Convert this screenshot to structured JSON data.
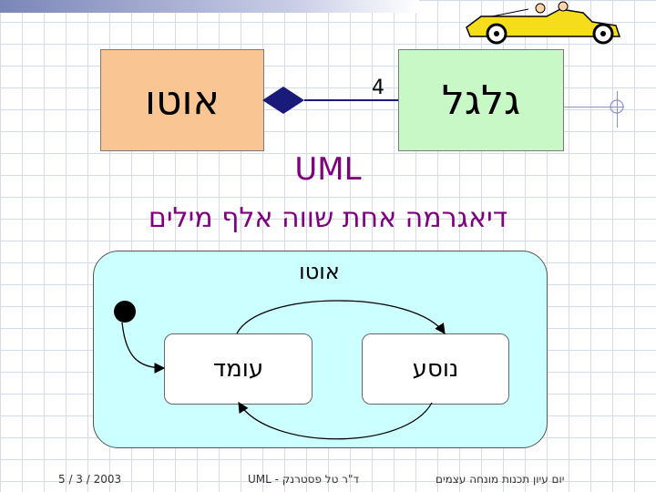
{
  "class_diagram": {
    "auto_label": "אוטו",
    "wheel_label": "גלגל",
    "multiplicity": "4"
  },
  "heading": {
    "title": "UML",
    "subtitle": "דיאגרמה אחת שווה אלף מילים"
  },
  "state_diagram": {
    "container_label": "אוטו",
    "standing_label": "עומד",
    "driving_label": "נוסע"
  },
  "footer": {
    "date": "5 / 3 / 2003",
    "author": "ד\"ר טל פסטרנק  -  UML",
    "event": "יום עיון תכנות מונחה עצמים"
  },
  "colors": {
    "title_purple": "#800080",
    "auto_box": "#f9c592",
    "wheel_box": "#c8f8c6",
    "state_container": "#ccffff",
    "diamond": "#1a1a7a"
  },
  "icons": [
    "car-clipart",
    "crosshair-icon"
  ]
}
